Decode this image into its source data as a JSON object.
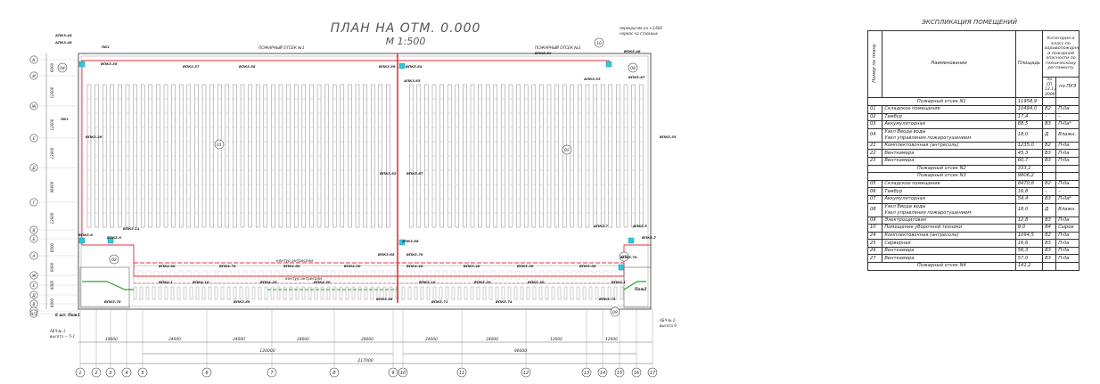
{
  "plan": {
    "title": "ПЛАН НА ОТМ. 0.000",
    "scale": "М 1:500",
    "fire_zone_labels": [
      "ПОЖАРНЫЙ ОТСЕК №1",
      "ПОЖАРНЫЙ ОТСЕК №3"
    ],
    "mezzanine_labels": [
      "контур антресоли",
      "контур антресоли"
    ],
    "note_top_right": [
      "перекрытие на +3,600",
      "нормас на стальных"
    ],
    "axis_letters": [
      "К",
      "И",
      "Ж",
      "Е",
      "Д",
      "Г",
      "В",
      "Б",
      "А",
      "",
      "Ж",
      "Е",
      "Д",
      "В",
      "А",
      "А/1"
    ],
    "axis_numbers": [
      "1",
      "2",
      "3",
      "4",
      "5",
      "6",
      "7",
      "8",
      "9",
      "10",
      "11",
      "12",
      "13",
      "14",
      "15",
      "16",
      "17"
    ],
    "room_tags": [
      "01",
      "05",
      "04",
      "02",
      "07",
      "08",
      "09",
      "10"
    ],
    "vertical_dims": [
      "6000",
      "12000",
      "12000",
      "12000",
      "96000",
      "12000",
      "6000",
      "6000",
      "6000",
      "6000"
    ],
    "bottom_dims": [
      "18000",
      "24000",
      "24000",
      "24000",
      "24000",
      "24000",
      "24000",
      "12000",
      "12000"
    ],
    "bottom_totals": [
      "120000",
      "96000",
      "217000"
    ],
    "outlet_labels": [
      "АПК3.40",
      "АПК3.48",
      "ПК1",
      "ВПК3.56",
      "ВПК3.57",
      "ВПК3.58",
      "ВПК3.59",
      "ВПК5.64",
      "ВПК5.63",
      "ВПК5.46",
      "АПК3.65",
      "ВПК5.67",
      "АПК5.55",
      "ПК1",
      "ВПК3.26",
      "ВПК3.62",
      "ВПК5.67",
      "ВПК5.35",
      "ВПК3.8",
      "ВПК3.11",
      "ВПК3.9",
      "АПК5.7",
      "АПК5.5",
      "ВПК5.7",
      "АПК3.68",
      "ВПК3.65",
      "ВПК5.70",
      "ВПК4.90",
      "ВПК4.70",
      "ВПК4.60",
      "ВПК4.50",
      "ВПК4.40",
      "ВПК5.40",
      "ВПК5.50",
      "ВПК5.60",
      "ВПК5.70",
      "ВПК4.1",
      "ВПК4.10",
      "ВПК4.20",
      "ВПК4.30",
      "ВПК5.10",
      "ВПК5.20",
      "ВПК5.30",
      "ВПК5.1",
      "ВПК3.70",
      "ВПК3.69",
      "ВПК3.66",
      "ВПК5.71",
      "ВПК5.74",
      "ВПК5.75"
    ],
    "unit_left": [
      "АБЧ № 1",
      "высота — 5-1"
    ],
    "unit_right": [
      "АБЧ № 2",
      "высота 9"
    ],
    "misc_left": "6 шт. Пож1",
    "misc_right": "Пож2"
  },
  "explication": {
    "title": "ЭКСПЛИКАЦИЯ ПОМЕЩЕНИЙ",
    "headers": {
      "num": "Номер по плану",
      "name": "Наименование",
      "area": "Площадь",
      "category": "Категория и класс по взрывопожарной и пожарной опасности по техническому регламенту",
      "sp": "по СП 12.13130-2009",
      "pue": "по ПУЭ"
    },
    "rows": [
      {
        "type": "section",
        "name": "Пожарный отсек N1",
        "area": "11958,9"
      },
      {
        "num": "01",
        "name": "Складское помещение",
        "area": "10494,0",
        "cat": "В2",
        "cls": "П-IIа"
      },
      {
        "num": "02",
        "name": "Тамбур",
        "area": "17,4",
        "cat": "–",
        "cls": "–"
      },
      {
        "num": "03",
        "name": "Аккумуляторная",
        "area": "88,5",
        "cat": "В3",
        "cls": "П-IIа*"
      },
      {
        "num": "04",
        "name": "Узел Ввода воды",
        "name2": "Узел управления пожаротушением",
        "area": "18,0",
        "cat": "Д",
        "cls": "Влажн."
      },
      {
        "num": "21",
        "name": "Комплектовочная (антресоль)",
        "area": "1235,0",
        "cat": "В2",
        "cls": "П-IIа"
      },
      {
        "num": "22",
        "name": "Венткамера",
        "area": "45,3",
        "cat": "В3",
        "cls": "П-IIа"
      },
      {
        "num": "23",
        "name": "Венткамера",
        "area": "60,7",
        "cat": "В3",
        "cls": "П-IIа"
      },
      {
        "type": "section",
        "name": "Пожарный отсек N2",
        "area": "333,1"
      },
      {
        "type": "section",
        "name": "Пожарный отсек N3",
        "area": "9806,2"
      },
      {
        "num": "05",
        "name": "Складское помещение",
        "area": "8470,8",
        "cat": "В2",
        "cls": "П-IIа"
      },
      {
        "num": "06",
        "name": "Тамбур",
        "area": "16,8",
        "cat": "–",
        "cls": "–"
      },
      {
        "num": "07",
        "name": "Аккумуляторная",
        "area": "54,4",
        "cat": "В3",
        "cls": "П-IIа*"
      },
      {
        "num": "08",
        "name": "Узел Ввода воды",
        "name2": "Узел управления пожаротушением",
        "area": "18,0",
        "cat": "Д",
        "cls": "Влажн."
      },
      {
        "num": "09",
        "name": "Электрощитовая",
        "area": "12,8",
        "cat": "В3",
        "cls": "П-IIа"
      },
      {
        "num": "10",
        "name": "Помещение уборочной техники",
        "area": "9,0",
        "cat": "В4",
        "cls": "Сырое"
      },
      {
        "num": "24",
        "name": "Комплектовочная (антресоль)",
        "area": "1094,5",
        "cat": "В2",
        "cls": "П-IIа"
      },
      {
        "num": "25",
        "name": "Серверная",
        "area": "16,6",
        "cat": "В3",
        "cls": "П-IIа"
      },
      {
        "num": "26",
        "name": "Венткамера",
        "area": "56,3",
        "cat": "В3",
        "cls": "П-IIа"
      },
      {
        "num": "27",
        "name": "Венткамера",
        "area": "57,0",
        "cat": "В3",
        "cls": "П-IIа"
      },
      {
        "type": "section",
        "name": "Пожарный отсек N4",
        "area": "141,2"
      }
    ]
  },
  "colors": {
    "pipe_red": "#e0303a",
    "pipe_green": "#2aa02a",
    "marker_cyan": "#31c6de",
    "line_gray": "#777777"
  }
}
